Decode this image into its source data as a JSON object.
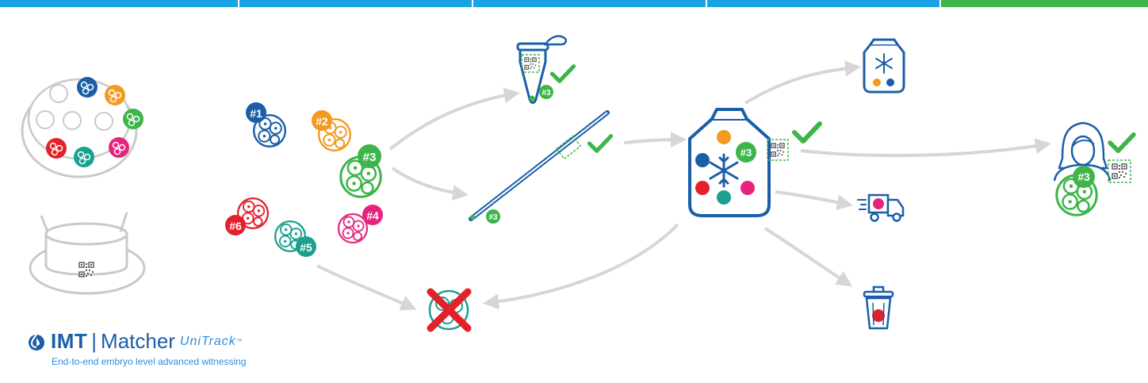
{
  "topbar": {
    "colors": [
      "#1aa3e3",
      "#1aa3e3",
      "#1aa3e3",
      "#1aa3e3",
      "#3db54a"
    ]
  },
  "colors": {
    "blue": "#1b5ea8",
    "orange": "#f39a1f",
    "green": "#3db54a",
    "pink": "#e6247d",
    "red": "#e4202a",
    "teal": "#1aa08e",
    "light_blue": "#2a8ee0",
    "gray": "#c9c9c9"
  },
  "embryos": {
    "e1": "#1",
    "e2": "#2",
    "e3": "#3",
    "e4": "#4",
    "e5": "#5",
    "e6": "#6"
  },
  "tags": {
    "tube": "#3",
    "straw": "#3",
    "dewar": "#3",
    "patient": "#3"
  },
  "icons": {
    "dish": "culture-dish-icon",
    "ring": "dish-ring-icon",
    "tube": "tube-icon",
    "straw": "straw-icon",
    "dewar": "dewar-icon",
    "small_dewar": "small-dewar-icon",
    "truck": "truck-icon",
    "trash": "trash-icon",
    "patient": "patient-icon",
    "discard": "discard-icon"
  },
  "logo": {
    "brand": "IMT",
    "divider": "|",
    "product": "Matcher",
    "product_suffix": "UniTrack",
    "trademark": "™",
    "tagline": "End-to-end embryo level advanced witnessing"
  }
}
